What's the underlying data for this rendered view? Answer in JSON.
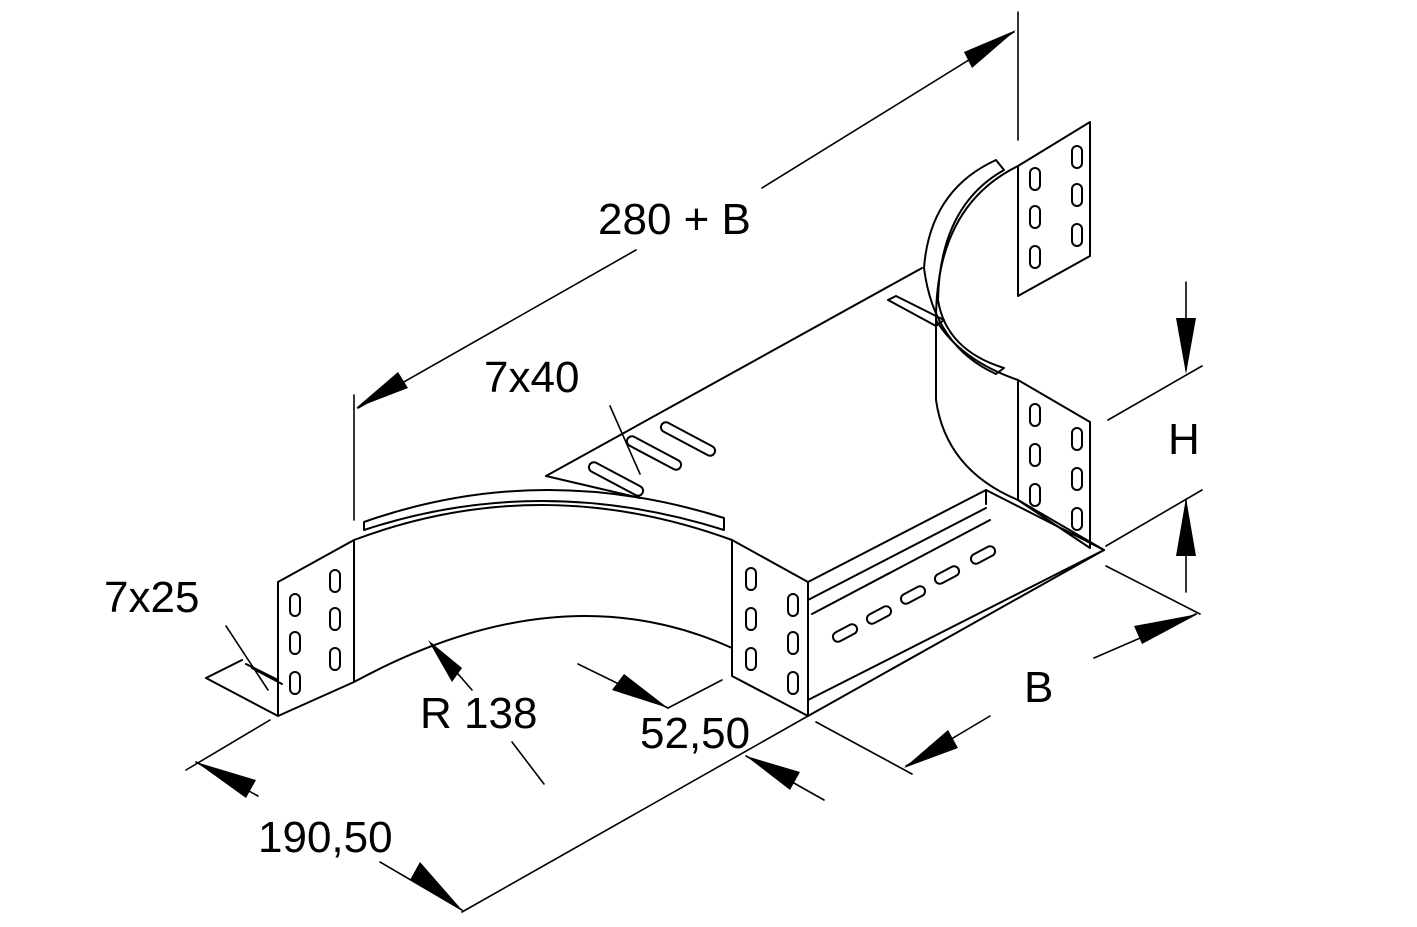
{
  "labels": {
    "overall_length": "280 + B",
    "slot_top": "7x40",
    "slot_side": "7x25",
    "radius": "R 138",
    "offset": "52,50",
    "width": "B",
    "height": "H",
    "base_length": "190,50"
  }
}
